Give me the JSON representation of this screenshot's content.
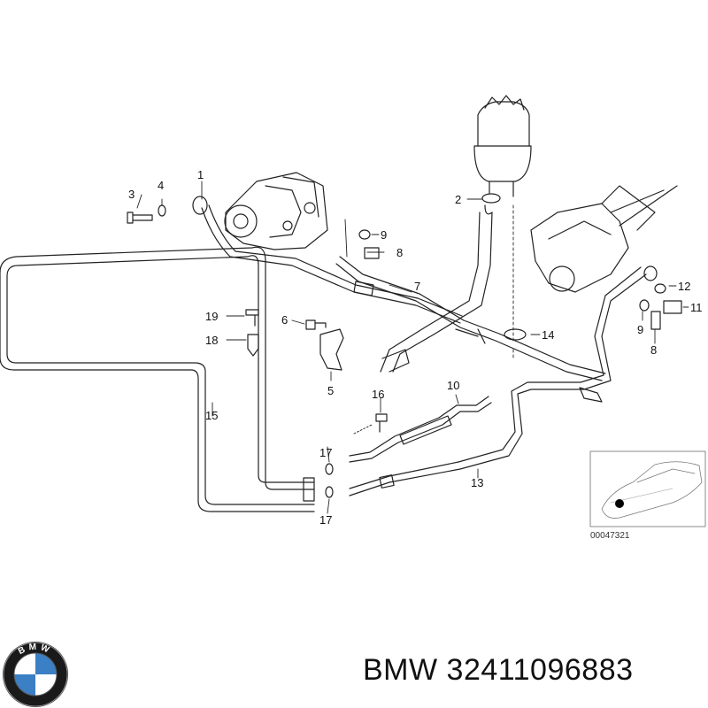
{
  "callouts": {
    "c1": "1",
    "c2": "2",
    "c3": "3",
    "c4": "4",
    "c5": "5",
    "c6": "6",
    "c7": "7",
    "c8a": "8",
    "c8b": "8",
    "c9a": "9",
    "c9b": "9",
    "c10": "10",
    "c11": "11",
    "c12": "12",
    "c13": "13",
    "c14": "14",
    "c15": "15",
    "c16": "16",
    "c17a": "17",
    "c17b": "17",
    "c18": "18",
    "c19": "19"
  },
  "inset": {
    "code": "00047321"
  },
  "logo": {
    "text": "BMW",
    "colors": {
      "blue": "#3b7fc4",
      "ring": "#1a1a1a"
    }
  },
  "footer": {
    "label": "BMW 32411096883"
  }
}
